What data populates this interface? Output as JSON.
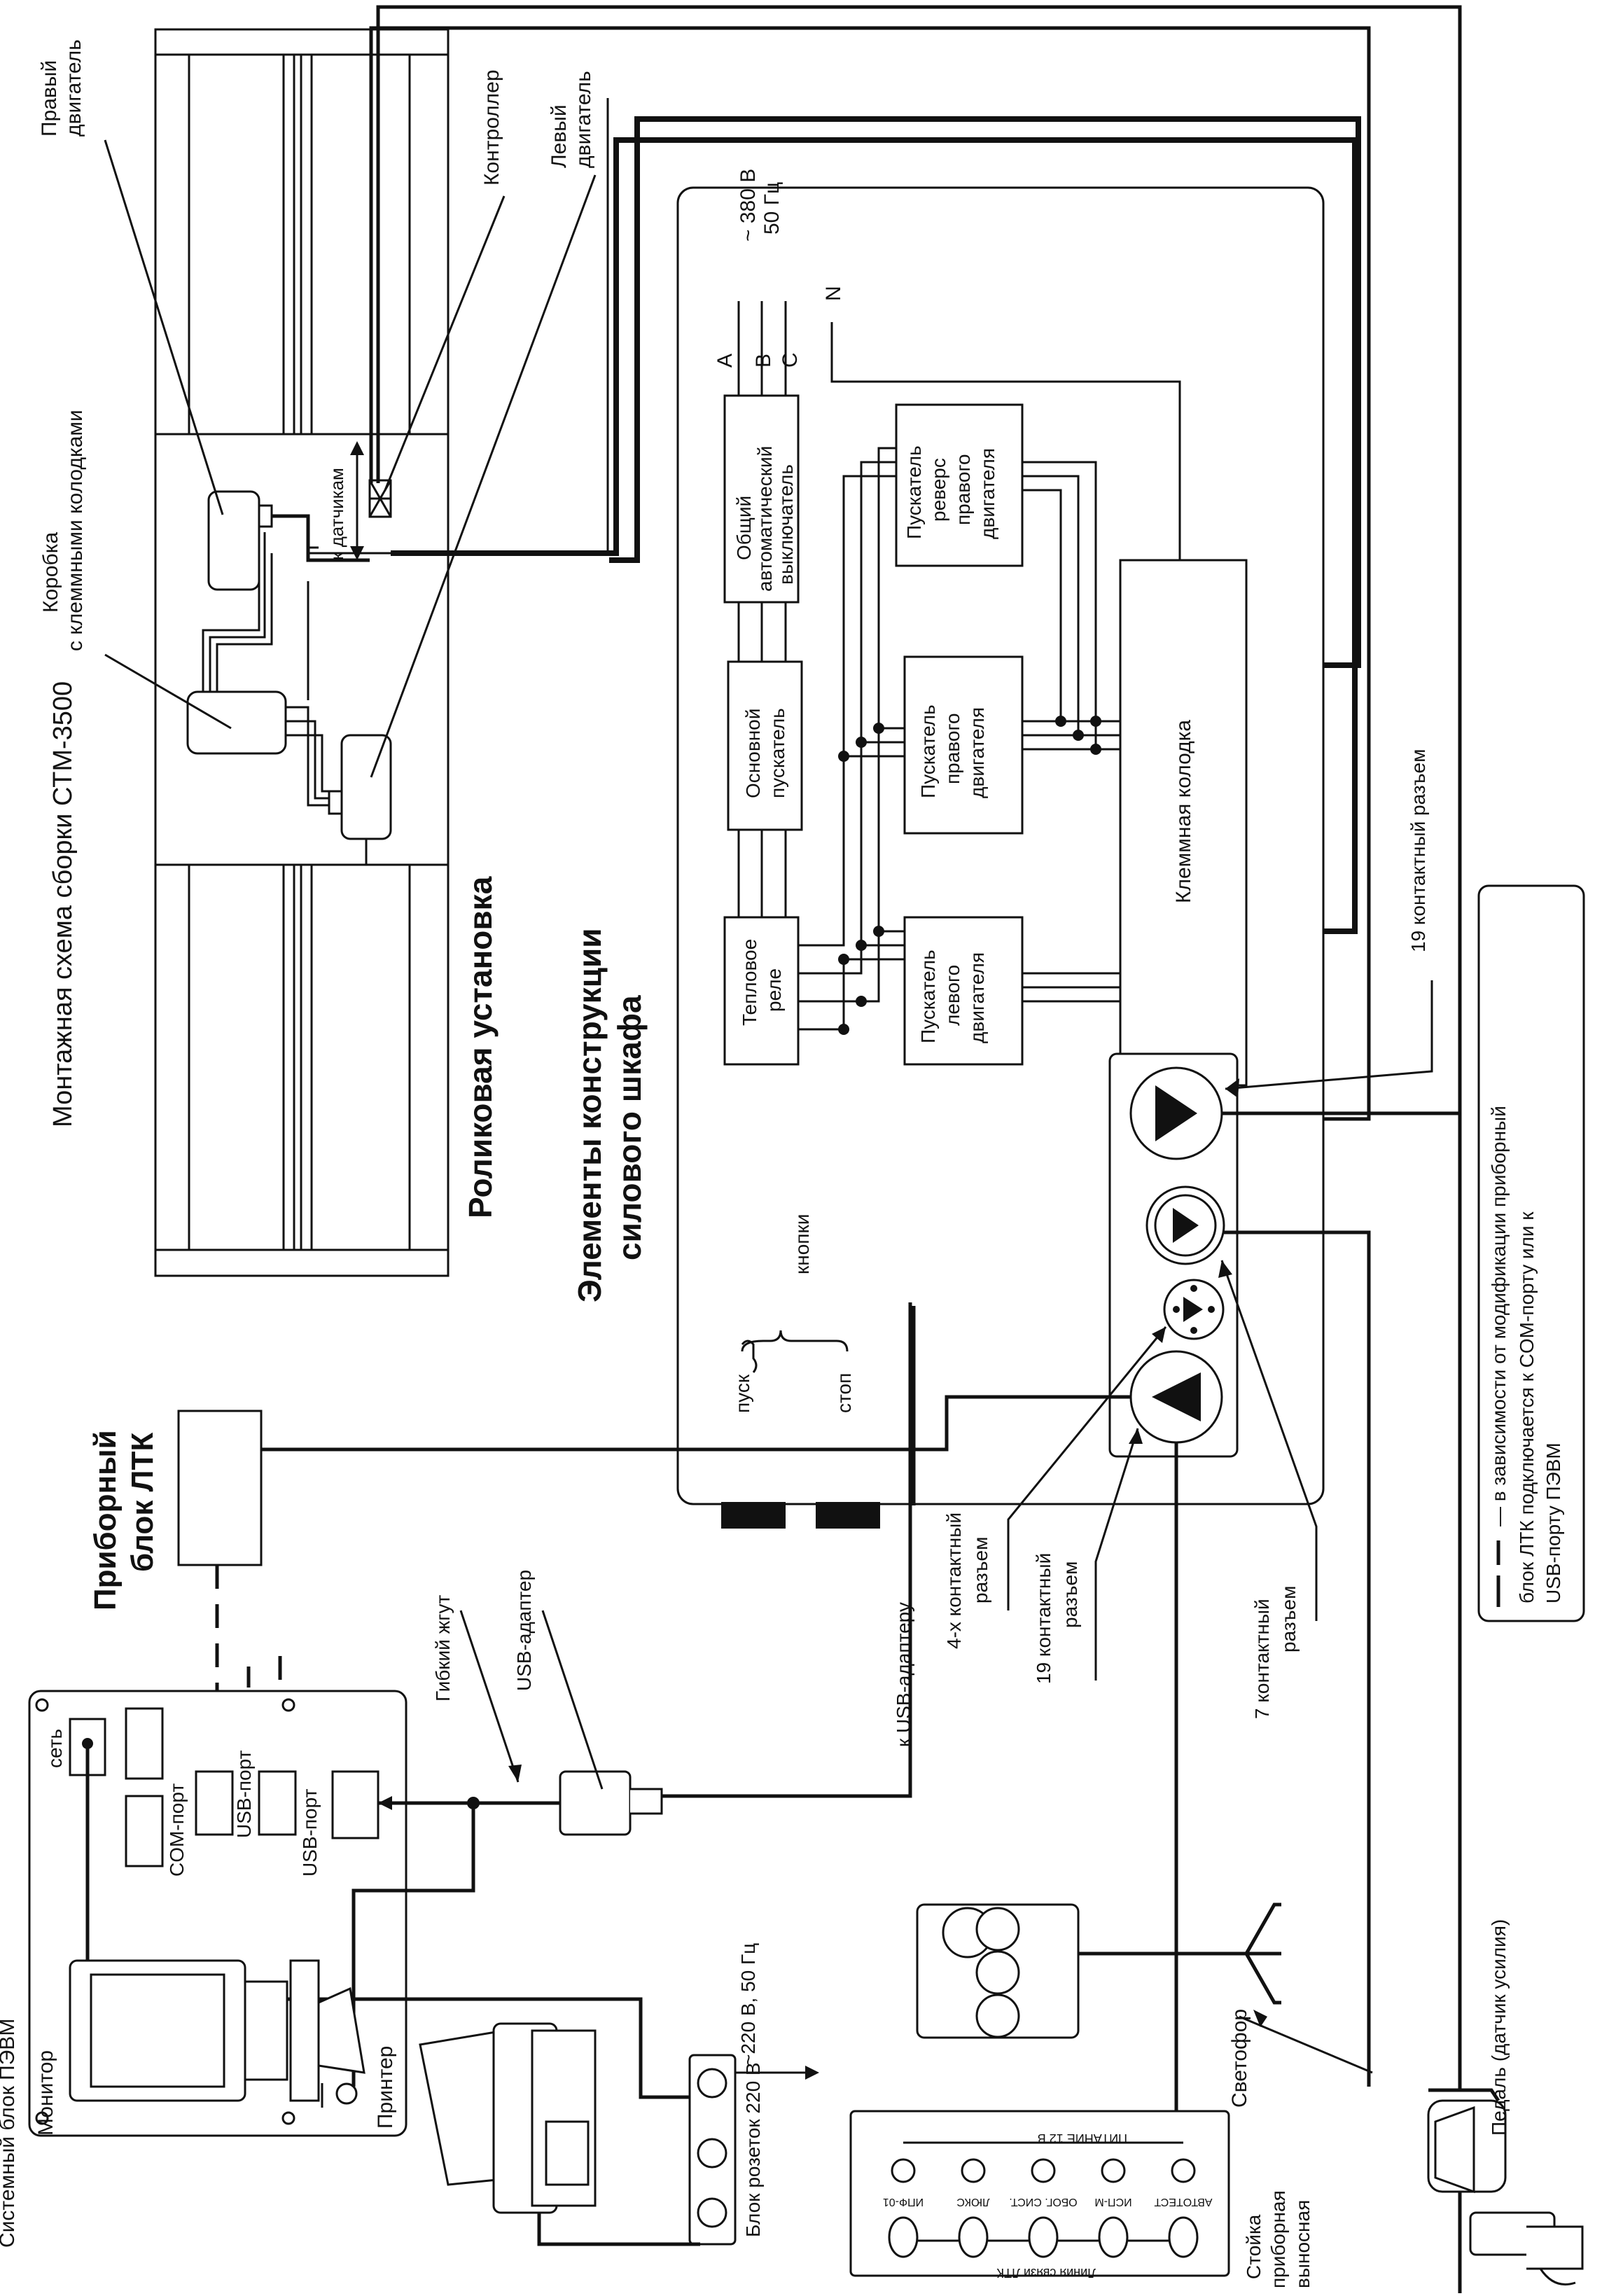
{
  "diagram": {
    "title": "Монтажная схема сборки СТМ-3500",
    "roller_unit": "Роликовая установка",
    "cabinet_title_l1": "Элементы конструкции",
    "cabinet_title_l2": "силового шкафа",
    "right_motor_l1": "Правый",
    "right_motor_l2": "двигатель",
    "controller": "Контроллер",
    "left_motor_l1": "Левый",
    "left_motor_l2": "двигатель",
    "terminal_box_l1": "Коробка",
    "terminal_box_l2": "с клеммными колодками",
    "to_sensors": "к датчикам",
    "supply_380_l1": "~ 380 В",
    "supply_380_l2": "50 Гц",
    "phase_a": "A",
    "phase_b": "B",
    "phase_c": "C",
    "neutral": "N",
    "breaker_l1": "Общий",
    "breaker_l2": "автоматический",
    "breaker_l3": "выключатель",
    "main_contactor_l1": "Основной",
    "main_contactor_l2": "пускатель",
    "thermal_relay_l1": "Тепловое",
    "thermal_relay_l2": "реле",
    "rev_right_l1": "Пускатель",
    "rev_right_l2": "реверс",
    "rev_right_l3": "правого",
    "rev_right_l4": "двигателя",
    "right_contactor_l1": "Пускатель",
    "right_contactor_l2": "правого",
    "right_contactor_l3": "двигателя",
    "left_contactor_l1": "Пускатель",
    "left_contactor_l2": "левого",
    "left_contactor_l3": "двигателя",
    "terminal_block": "Клеммная колодка",
    "conn19_top": "19 контактный разъем",
    "buttons": "кнопки",
    "start": "пуск",
    "stop": "стоп",
    "ltk_l1": "Приборный",
    "ltk_l2": "блок ЛТК",
    "flex_harness": "Гибкий жгут",
    "usb_adapter": "USB-адаптер",
    "to_usb_adapter": "к USB-адаптеру",
    "conn4_l1": "4-х контактный",
    "conn4_l2": "разъем",
    "conn19b_l1": "19 контактный",
    "conn19b_l2": "разъем",
    "conn7_l1": "7 контактный",
    "conn7_l2": "разъем",
    "note_l1": "— в зависимости от модификации приборный",
    "note_l2": "блок ЛТК подключается к COM-порту или к",
    "note_l3": "USB-порту ПЭВМ",
    "system_unit": "Системный блок ПЭВМ",
    "mains": "сеть",
    "com_port": "COM-порт",
    "usb_port1": "USB-порт",
    "usb_port2": "USB-порт",
    "supply_220": "~220 В, 50 Гц",
    "monitor": "Монитор",
    "printer": "Принтер",
    "socket_block": "Блок розеток 220 В",
    "traffic_light": "Светофор",
    "pedal": "Педаль (датчик усилия)",
    "stand_l1": "Стойка",
    "stand_l2": "приборная",
    "stand_l3": "выносная",
    "power12": "ПИТАНИЕ 12 В",
    "ltk_line": "Линия связи ЛТК",
    "panel_labels": [
      "АВТОТЕСТ",
      "ИСП-М",
      "ОБОГ. СИСТ.",
      "ЛЮКС",
      "ИПФ-01"
    ]
  }
}
